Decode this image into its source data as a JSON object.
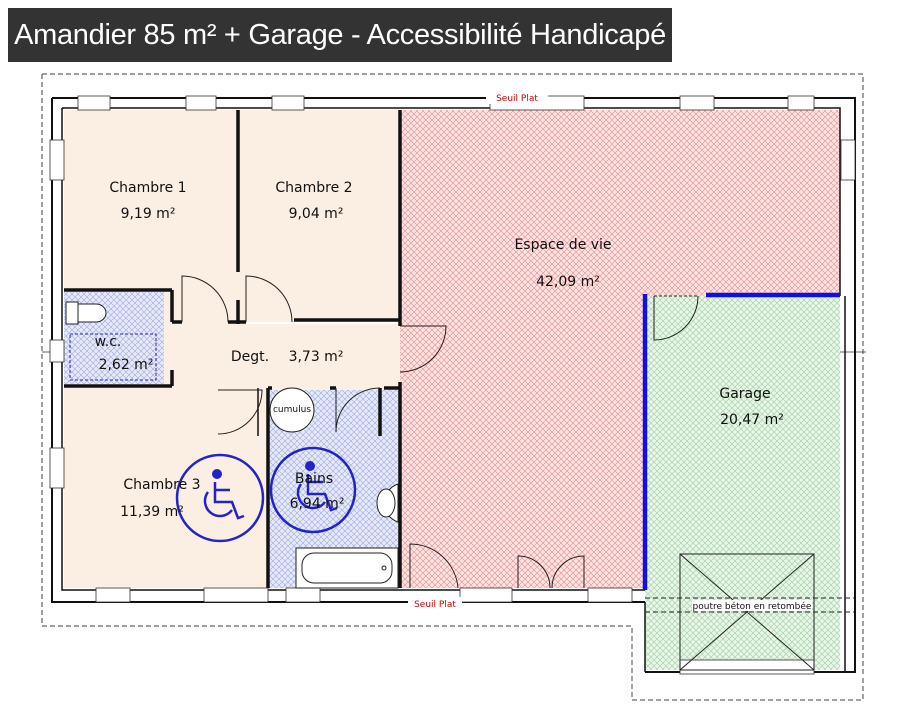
{
  "title": "Amandier 85 m² + Garage - Accessibilité Handicapé",
  "rooms": {
    "chambre1": {
      "name": "Chambre 1",
      "area": "9,19 m²"
    },
    "chambre2": {
      "name": "Chambre 2",
      "area": "9,04 m²"
    },
    "espace": {
      "name": "Espace de vie",
      "area": "42,09 m²"
    },
    "wc": {
      "name": "w.c.",
      "area": "2,62 m²"
    },
    "degt": {
      "name": "Degt.",
      "area": "3,73 m²"
    },
    "garage": {
      "name": "Garage",
      "area": "20,47 m²"
    },
    "chambre3": {
      "name": "Chambre 3",
      "area": "11,39 m²"
    },
    "bains": {
      "name": "Bains",
      "area": "6,94 m²"
    }
  },
  "labels": {
    "seuil_top": "Seuil Plat",
    "seuil_bottom": "Seuil Plat",
    "cumulus": "cumulus",
    "poutre": "poutre béton en retombée"
  },
  "icons": [
    "wheelchair-icon",
    "wheelchair-icon"
  ],
  "colors": {
    "title_bg": "#333333",
    "living_hatch": "#f08888",
    "garage_hatch": "#9ccf9c",
    "wet_hatch": "#9aa8e0",
    "beige_floor": "#fbeee2",
    "wheelchair": "#2323c8",
    "garage_wall": "#1010e0"
  }
}
